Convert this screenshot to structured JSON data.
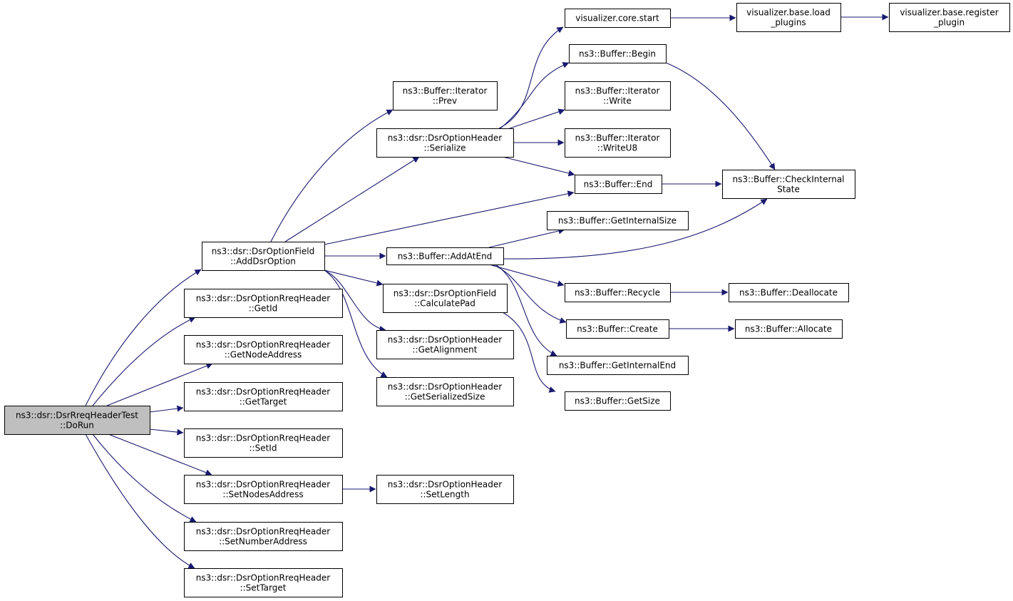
{
  "colors": {
    "edge": "#191970",
    "node_fill": "#ffffff",
    "node_border": "#000000",
    "root_fill": "#bfbfbf"
  },
  "nodes": [
    {
      "id": "dorun",
      "lines": [
        "ns3::dsr::DsrRreqHeaderTest",
        "::DoRun"
      ],
      "root": true
    },
    {
      "id": "adddsroption",
      "lines": [
        "ns3::dsr::DsrOptionField",
        "::AddDsrOption"
      ]
    },
    {
      "id": "getid",
      "lines": [
        "ns3::dsr::DsrOptionRreqHeader",
        "::GetId"
      ]
    },
    {
      "id": "getnodeaddress",
      "lines": [
        "ns3::dsr::DsrOptionRreqHeader",
        "::GetNodeAddress"
      ]
    },
    {
      "id": "gettarget",
      "lines": [
        "ns3::dsr::DsrOptionRreqHeader",
        "::GetTarget"
      ]
    },
    {
      "id": "setid",
      "lines": [
        "ns3::dsr::DsrOptionRreqHeader",
        "::SetId"
      ]
    },
    {
      "id": "setnodesaddress",
      "lines": [
        "ns3::dsr::DsrOptionRreqHeader",
        "::SetNodesAddress"
      ]
    },
    {
      "id": "setnumberaddress",
      "lines": [
        "ns3::dsr::DsrOptionRreqHeader",
        "::SetNumberAddress"
      ]
    },
    {
      "id": "settarget",
      "lines": [
        "ns3::dsr::DsrOptionRreqHeader",
        "::SetTarget"
      ]
    },
    {
      "id": "iterprev",
      "lines": [
        "ns3::Buffer::Iterator",
        "::Prev"
      ]
    },
    {
      "id": "serialize",
      "lines": [
        "ns3::dsr::DsrOptionHeader",
        "::Serialize"
      ]
    },
    {
      "id": "addatend",
      "lines": [
        "ns3::Buffer::AddAtEnd"
      ]
    },
    {
      "id": "calculatepad",
      "lines": [
        "ns3::dsr::DsrOptionField",
        "::CalculatePad"
      ]
    },
    {
      "id": "getalignment",
      "lines": [
        "ns3::dsr::DsrOptionHeader",
        "::GetAlignment"
      ]
    },
    {
      "id": "getserializedsize",
      "lines": [
        "ns3::dsr::DsrOptionHeader",
        "::GetSerializedSize"
      ]
    },
    {
      "id": "setlength",
      "lines": [
        "ns3::dsr::DsrOptionHeader",
        "::SetLength"
      ]
    },
    {
      "id": "corestart",
      "lines": [
        "visualizer.core.start"
      ]
    },
    {
      "id": "bufbegin",
      "lines": [
        "ns3::Buffer::Begin"
      ]
    },
    {
      "id": "iterwrite",
      "lines": [
        "ns3::Buffer::Iterator",
        "::Write"
      ]
    },
    {
      "id": "iterwriteu8",
      "lines": [
        "ns3::Buffer::Iterator",
        "::WriteU8"
      ]
    },
    {
      "id": "bufend",
      "lines": [
        "ns3::Buffer::End"
      ]
    },
    {
      "id": "getinternalsize",
      "lines": [
        "ns3::Buffer::GetInternalSize"
      ]
    },
    {
      "id": "recycle",
      "lines": [
        "ns3::Buffer::Recycle"
      ]
    },
    {
      "id": "create",
      "lines": [
        "ns3::Buffer::Create"
      ]
    },
    {
      "id": "getinternalend",
      "lines": [
        "ns3::Buffer::GetInternalEnd"
      ]
    },
    {
      "id": "getsize",
      "lines": [
        "ns3::Buffer::GetSize"
      ]
    },
    {
      "id": "loadplugins",
      "lines": [
        "visualizer.base.load",
        "_plugins"
      ]
    },
    {
      "id": "checkinternalstate",
      "lines": [
        "ns3::Buffer::CheckInternal",
        "State"
      ]
    },
    {
      "id": "deallocate",
      "lines": [
        "ns3::Buffer::Deallocate"
      ]
    },
    {
      "id": "allocate",
      "lines": [
        "ns3::Buffer::Allocate"
      ]
    },
    {
      "id": "registerplugin",
      "lines": [
        "visualizer.base.register",
        "_plugin"
      ]
    }
  ],
  "edges": [
    [
      "dorun",
      "adddsroption"
    ],
    [
      "dorun",
      "getid"
    ],
    [
      "dorun",
      "getnodeaddress"
    ],
    [
      "dorun",
      "gettarget"
    ],
    [
      "dorun",
      "setid"
    ],
    [
      "dorun",
      "setnodesaddress"
    ],
    [
      "dorun",
      "setnumberaddress"
    ],
    [
      "dorun",
      "settarget"
    ],
    [
      "adddsroption",
      "iterprev"
    ],
    [
      "adddsroption",
      "serialize"
    ],
    [
      "adddsroption",
      "bufend"
    ],
    [
      "adddsroption",
      "addatend"
    ],
    [
      "adddsroption",
      "calculatepad"
    ],
    [
      "adddsroption",
      "getalignment"
    ],
    [
      "adddsroption",
      "getserializedsize"
    ],
    [
      "setnodesaddress",
      "setlength"
    ],
    [
      "serialize",
      "corestart"
    ],
    [
      "serialize",
      "bufbegin"
    ],
    [
      "serialize",
      "iterwrite"
    ],
    [
      "serialize",
      "iterwriteu8"
    ],
    [
      "serialize",
      "bufend"
    ],
    [
      "addatend",
      "getinternalsize"
    ],
    [
      "addatend",
      "checkinternalstate"
    ],
    [
      "addatend",
      "recycle"
    ],
    [
      "addatend",
      "create"
    ],
    [
      "addatend",
      "getinternalend"
    ],
    [
      "calculatepad",
      "getsize"
    ],
    [
      "corestart",
      "loadplugins"
    ],
    [
      "loadplugins",
      "registerplugin"
    ],
    [
      "bufbegin",
      "checkinternalstate"
    ],
    [
      "bufend",
      "checkinternalstate"
    ],
    [
      "recycle",
      "deallocate"
    ],
    [
      "create",
      "allocate"
    ]
  ]
}
